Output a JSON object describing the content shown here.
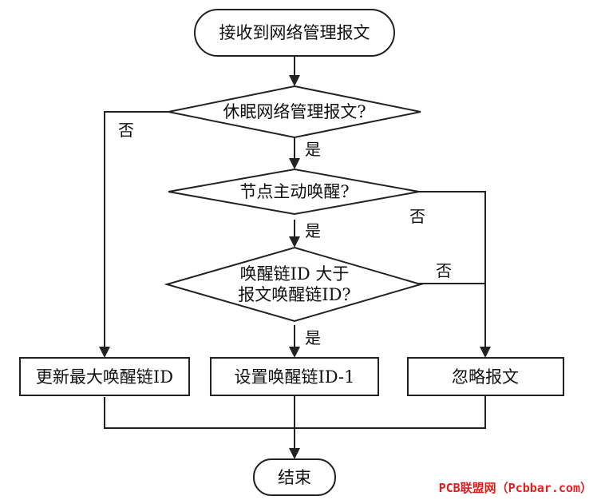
{
  "nodes": {
    "start": "接收到网络管理报文",
    "decision_sleep": "休眠网络管理报文?",
    "decision_active": "节点主动唤醒?",
    "decision_id_line1": "唤醒链ID 大于",
    "decision_id_line2": "报文唤醒链ID?",
    "update_max": "更新最大唤醒链ID",
    "set_chain": "设置唤醒链ID-1",
    "ignore": "忽略报文",
    "end": "结束"
  },
  "edges": {
    "yes": "是",
    "no": "否"
  },
  "watermark": "PCB联盟网（Pcbbar.com）",
  "colors": {
    "stroke": "#222222",
    "watermark": "#e02020"
  }
}
